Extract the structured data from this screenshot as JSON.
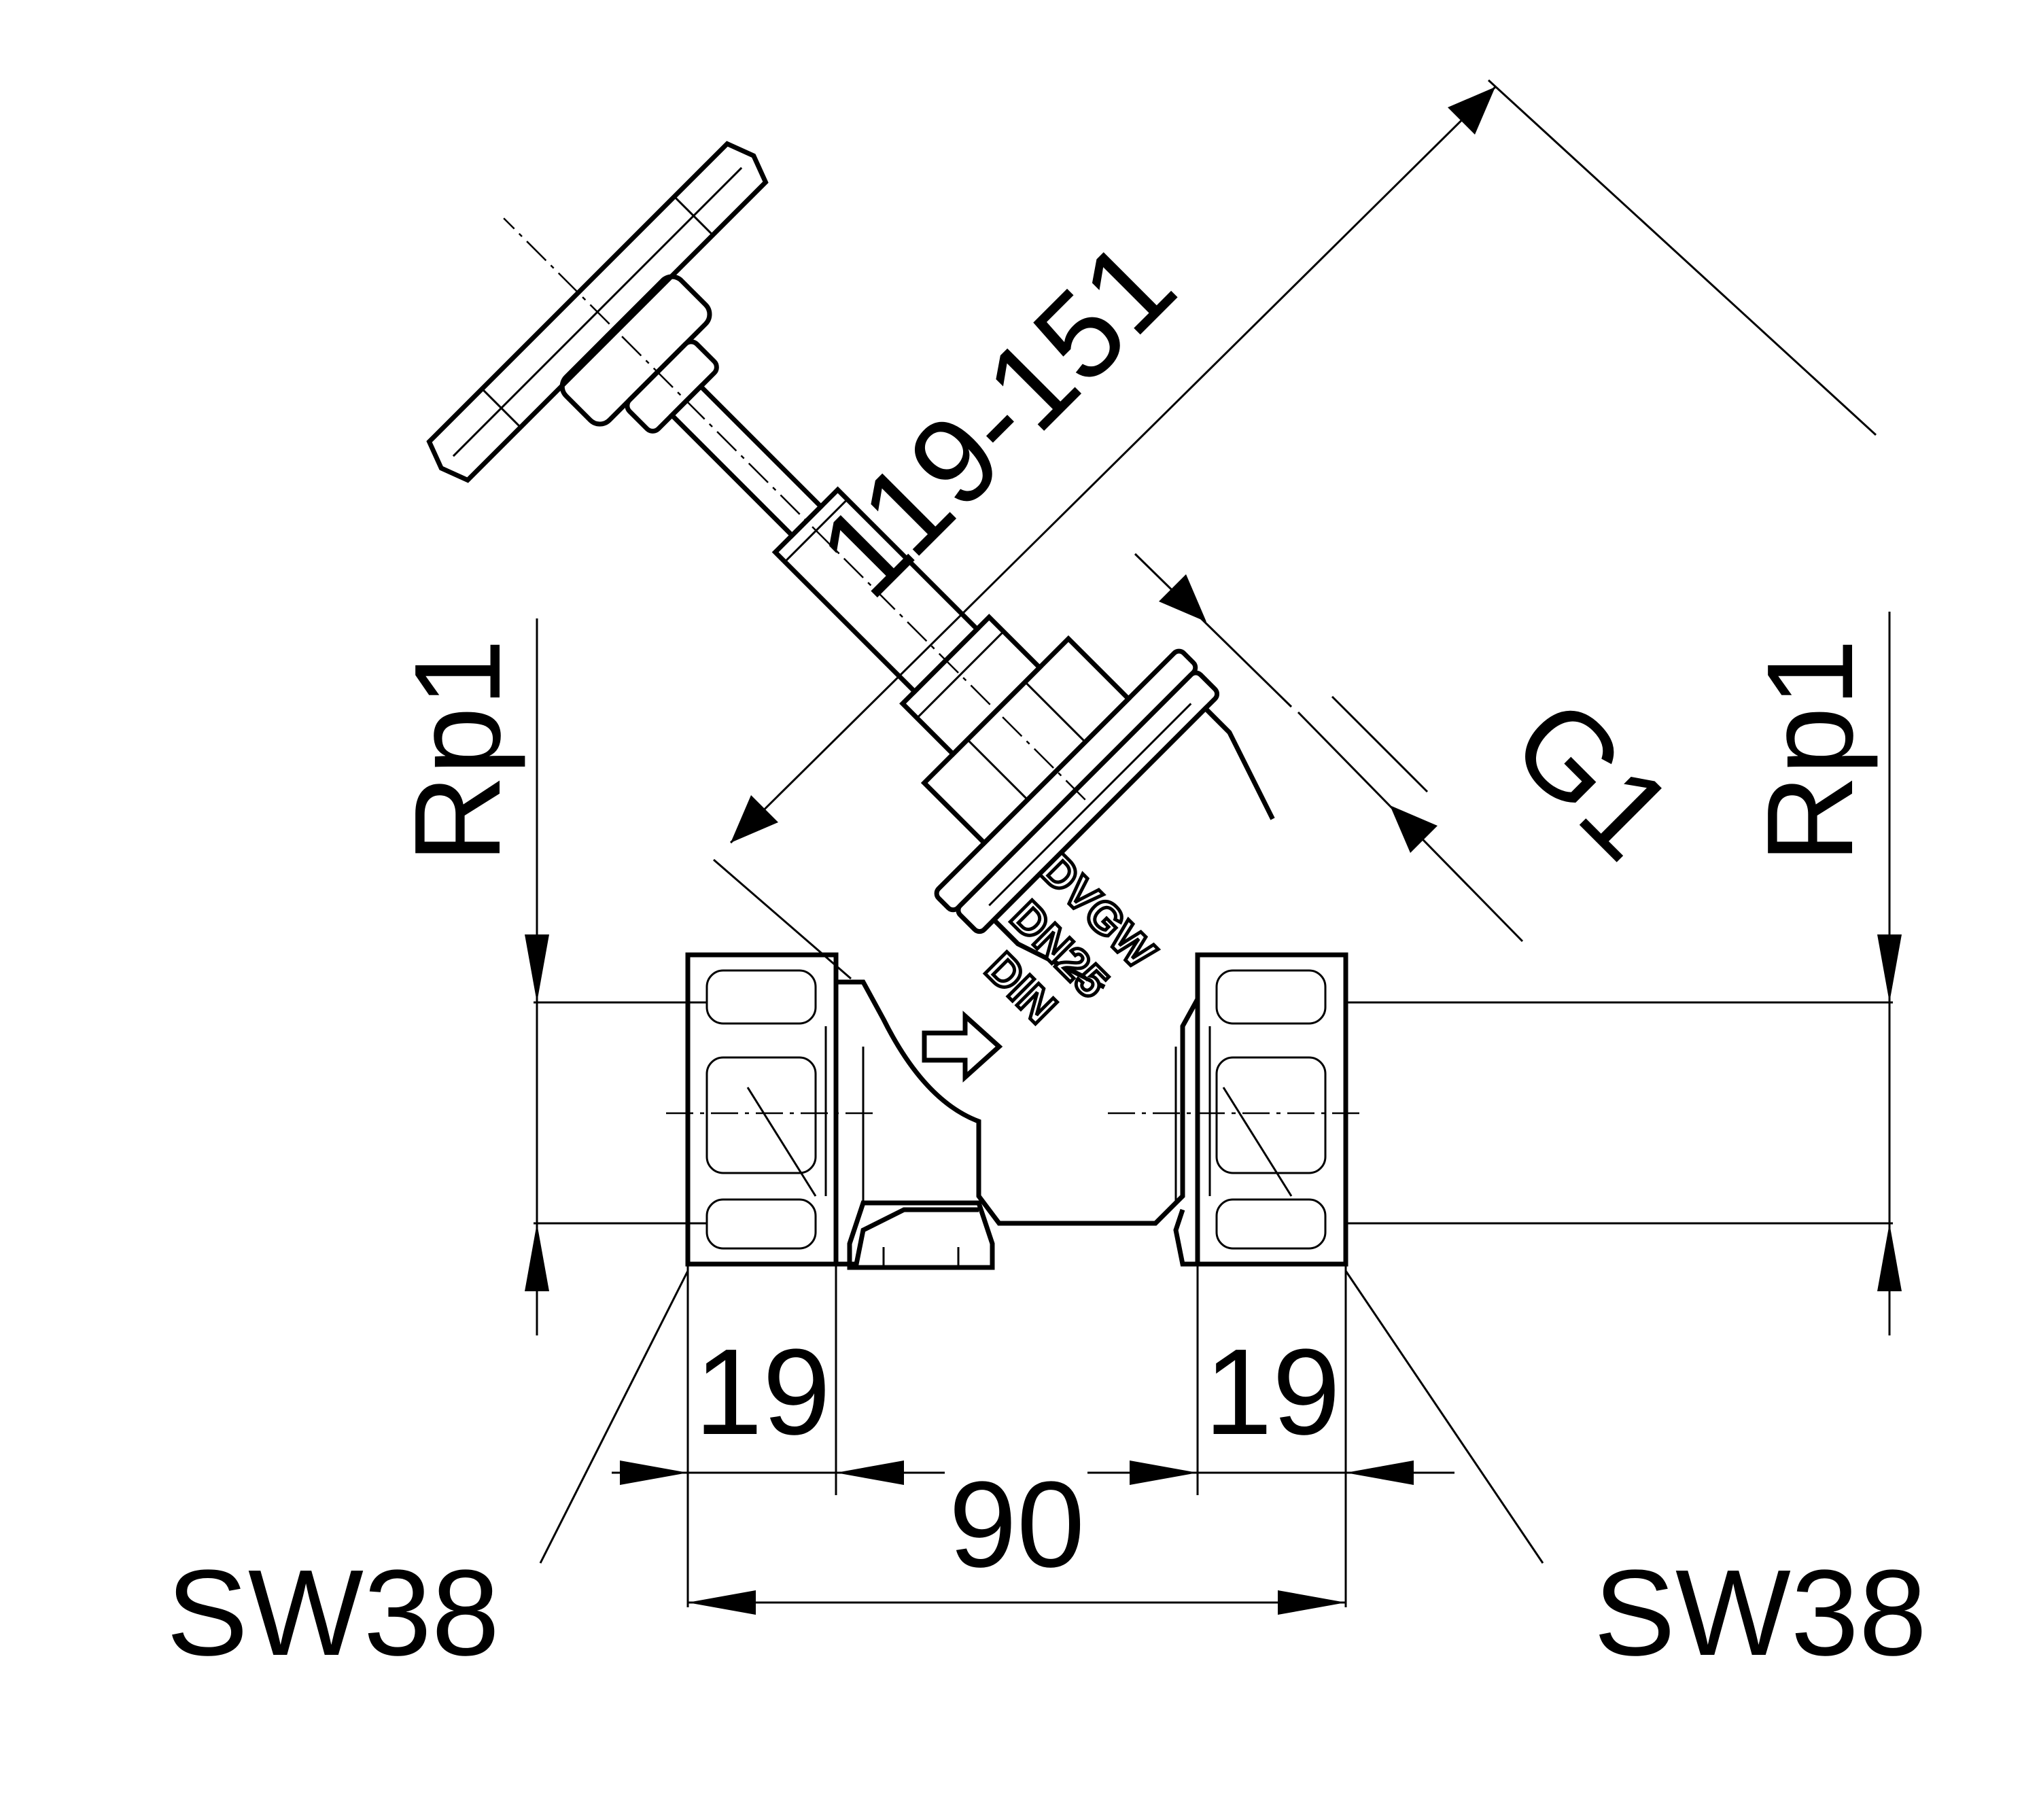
{
  "dimensions": {
    "overall_length": "119-151",
    "outlet_thread": "G1",
    "left_thread": "Rp1",
    "right_thread": "Rp1",
    "left_thread_depth": "19",
    "right_thread_depth": "19",
    "left_wrench_size": "SW38",
    "right_wrench_size": "SW38",
    "body_length": "90"
  },
  "body_markings": {
    "line1": "DVGW",
    "line2": "DN25",
    "line3": "DIN"
  },
  "icons": {
    "flow_direction": "arrow-right-icon",
    "handwheel": "handwheel-icon"
  },
  "colors": {
    "line": "#000000",
    "background": "#ffffff"
  }
}
